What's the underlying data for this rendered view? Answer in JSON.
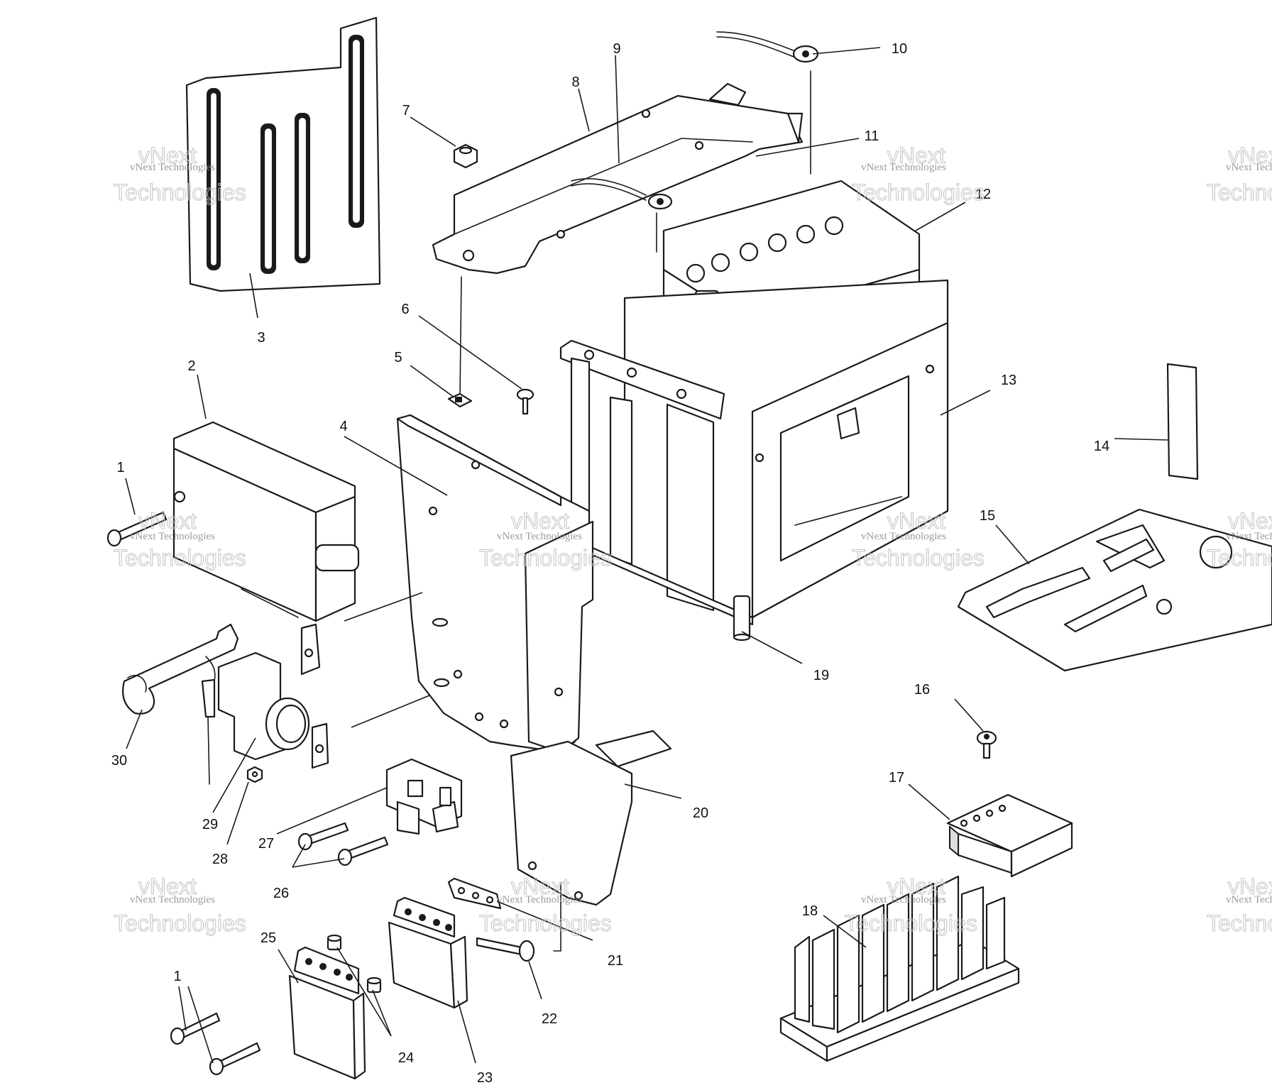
{
  "callouts": {
    "c1a": "1",
    "c1b": "1",
    "c2": "2",
    "c3": "3",
    "c4": "4",
    "c5": "5",
    "c6": "6",
    "c7": "7",
    "c8": "8",
    "c9": "9",
    "c10": "10",
    "c11": "11",
    "c12": "12",
    "c13": "13",
    "c14": "14",
    "c15": "15",
    "c16": "16",
    "c17": "17",
    "c18": "18",
    "c19": "19",
    "c20": "20",
    "c21": "21",
    "c22": "22",
    "c23": "23",
    "c24": "24",
    "c25": "25",
    "c26": "26",
    "c27": "27",
    "c28": "28",
    "c29": "29",
    "c30": "30"
  },
  "watermark": {
    "small": "vNext Technologies",
    "big_top": "vNext",
    "big_bottom": "Technologies"
  }
}
